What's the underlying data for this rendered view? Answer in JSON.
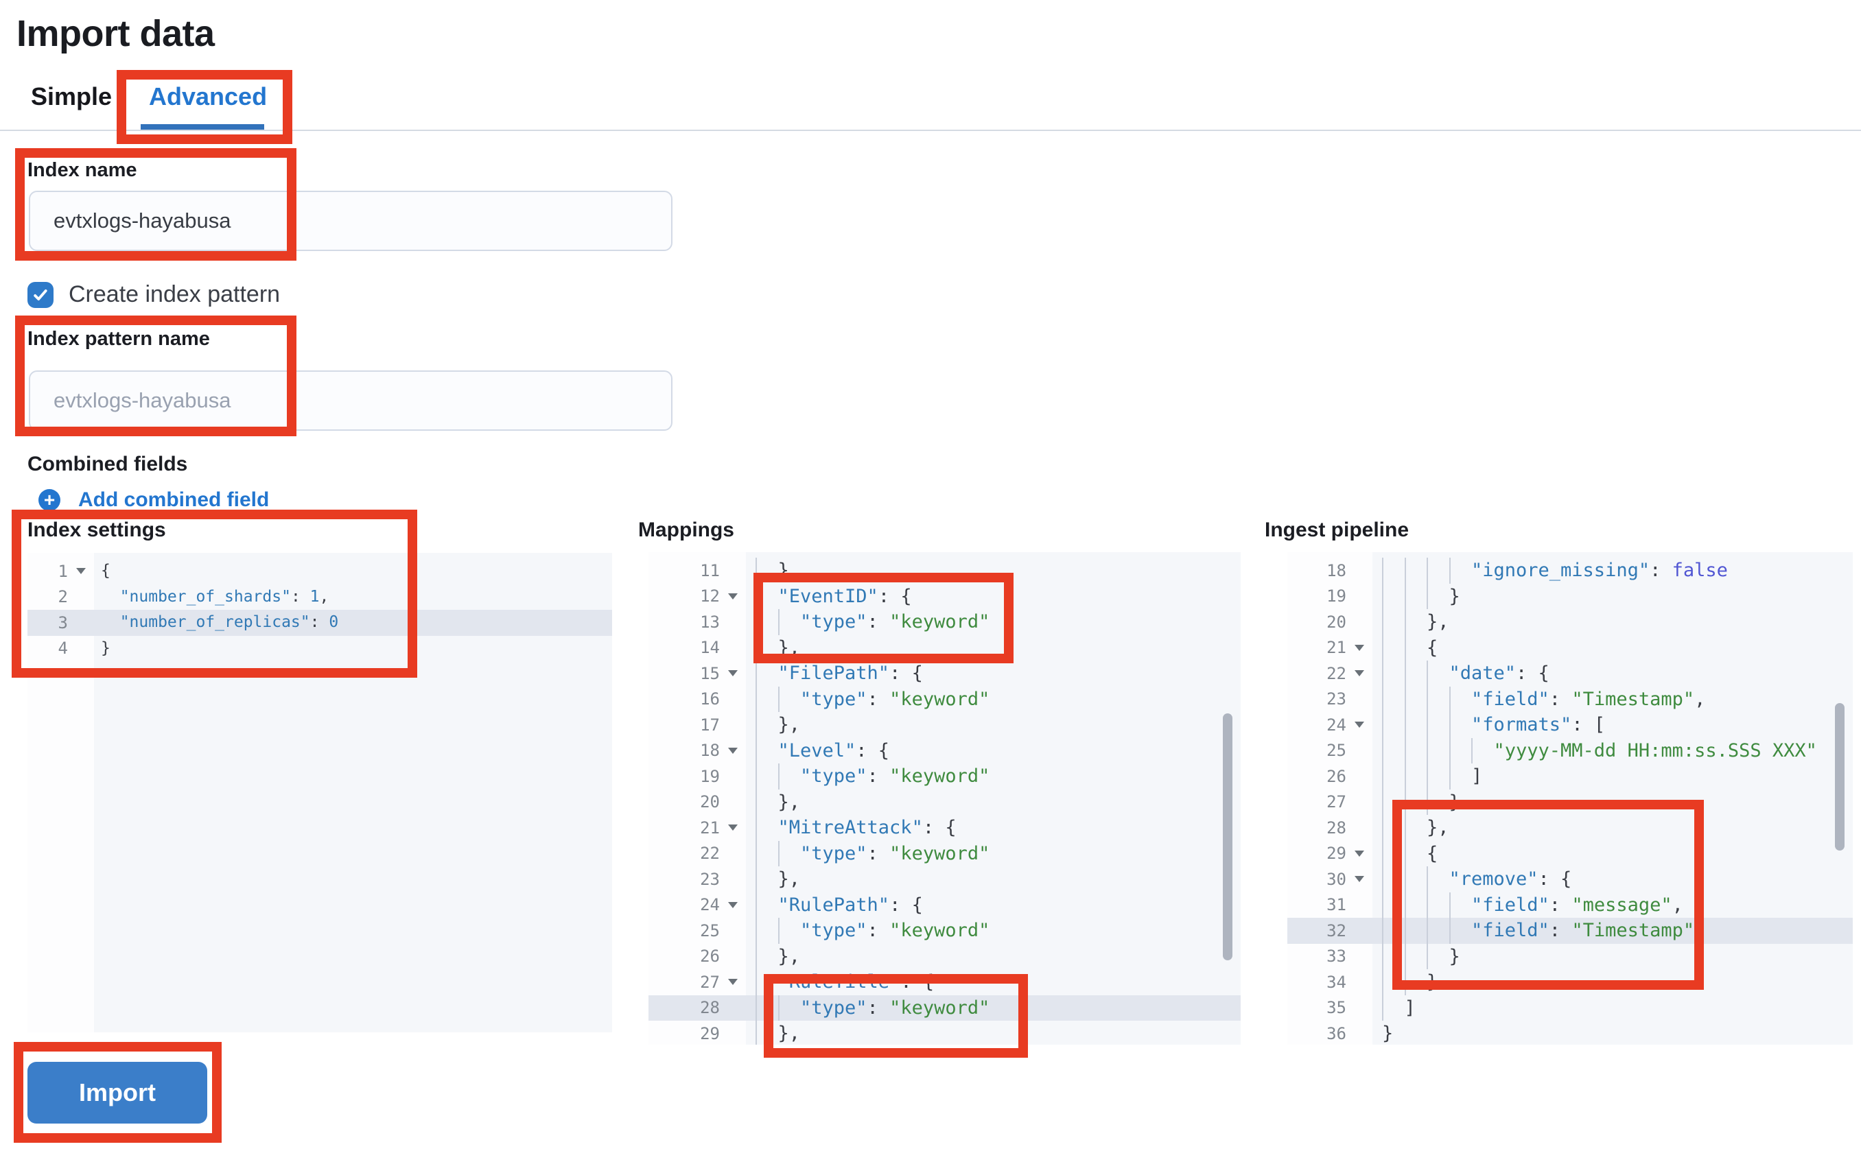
{
  "page": {
    "title": "Import data"
  },
  "tabs": [
    {
      "label": "Simple",
      "active": false
    },
    {
      "label": "Advanced",
      "active": true
    }
  ],
  "form": {
    "index_name": {
      "label": "Index name",
      "value": "evtxlogs-hayabusa"
    },
    "create_index_pattern": {
      "label": "Create index pattern",
      "checked": true
    },
    "index_pattern_name": {
      "label": "Index pattern name",
      "placeholder": "evtxlogs-hayabusa"
    },
    "combined_fields": {
      "label": "Combined fields",
      "add_link": "Add combined field",
      "icon": "plus-circle-icon"
    },
    "import_button": "Import"
  },
  "colors": {
    "accent_blue": "#2376cf",
    "button_blue": "#3b7ec9",
    "tab_underline": "#3272bb",
    "annotation_red": "#e83b22",
    "editor_bg": "#f5f7fa",
    "active_line": "#e2e6ee",
    "json_key": "#3179b5",
    "json_string": "#3f8b3f",
    "json_boolean": "#5156d3"
  },
  "editors": [
    {
      "id": "index-settings",
      "label": "Index settings",
      "guides": false,
      "lines": [
        {
          "n": 1,
          "fold": true,
          "indent": 0,
          "tokens": [
            [
              "p",
              "{"
            ]
          ]
        },
        {
          "n": 2,
          "indent": 2,
          "tokens": [
            [
              "k",
              "\"number_of_shards\""
            ],
            [
              "p",
              ": "
            ],
            [
              "n",
              "1"
            ],
            [
              "p",
              ","
            ]
          ]
        },
        {
          "n": 3,
          "hl": true,
          "indent": 2,
          "tokens": [
            [
              "k",
              "\"number_of_replicas\""
            ],
            [
              "p",
              ": "
            ],
            [
              "n",
              "0"
            ]
          ]
        },
        {
          "n": 4,
          "indent": 0,
          "tokens": [
            [
              "p",
              "}"
            ]
          ]
        }
      ]
    },
    {
      "id": "mappings",
      "label": "Mappings",
      "guides": true,
      "lines": [
        {
          "n": 11,
          "indent": 2,
          "tokens": [
            [
              "p",
              "},"
            ]
          ]
        },
        {
          "n": 12,
          "fold": true,
          "indent": 2,
          "tokens": [
            [
              "k",
              "\"EventID\""
            ],
            [
              "p",
              ": {"
            ]
          ]
        },
        {
          "n": 13,
          "indent": 4,
          "tokens": [
            [
              "k",
              "\"type\""
            ],
            [
              "p",
              ": "
            ],
            [
              "s",
              "\"keyword\""
            ]
          ]
        },
        {
          "n": 14,
          "indent": 2,
          "tokens": [
            [
              "p",
              "},"
            ]
          ]
        },
        {
          "n": 15,
          "fold": true,
          "indent": 2,
          "tokens": [
            [
              "k",
              "\"FilePath\""
            ],
            [
              "p",
              ": {"
            ]
          ]
        },
        {
          "n": 16,
          "indent": 4,
          "tokens": [
            [
              "k",
              "\"type\""
            ],
            [
              "p",
              ": "
            ],
            [
              "s",
              "\"keyword\""
            ]
          ]
        },
        {
          "n": 17,
          "indent": 2,
          "tokens": [
            [
              "p",
              "},"
            ]
          ]
        },
        {
          "n": 18,
          "fold": true,
          "indent": 2,
          "tokens": [
            [
              "k",
              "\"Level\""
            ],
            [
              "p",
              ": {"
            ]
          ]
        },
        {
          "n": 19,
          "indent": 4,
          "tokens": [
            [
              "k",
              "\"type\""
            ],
            [
              "p",
              ": "
            ],
            [
              "s",
              "\"keyword\""
            ]
          ]
        },
        {
          "n": 20,
          "indent": 2,
          "tokens": [
            [
              "p",
              "},"
            ]
          ]
        },
        {
          "n": 21,
          "fold": true,
          "indent": 2,
          "tokens": [
            [
              "k",
              "\"MitreAttack\""
            ],
            [
              "p",
              ": {"
            ]
          ]
        },
        {
          "n": 22,
          "indent": 4,
          "tokens": [
            [
              "k",
              "\"type\""
            ],
            [
              "p",
              ": "
            ],
            [
              "s",
              "\"keyword\""
            ]
          ]
        },
        {
          "n": 23,
          "indent": 2,
          "tokens": [
            [
              "p",
              "},"
            ]
          ]
        },
        {
          "n": 24,
          "fold": true,
          "indent": 2,
          "tokens": [
            [
              "k",
              "\"RulePath\""
            ],
            [
              "p",
              ": {"
            ]
          ]
        },
        {
          "n": 25,
          "indent": 4,
          "tokens": [
            [
              "k",
              "\"type\""
            ],
            [
              "p",
              ": "
            ],
            [
              "s",
              "\"keyword\""
            ]
          ]
        },
        {
          "n": 26,
          "indent": 2,
          "tokens": [
            [
              "p",
              "},"
            ]
          ]
        },
        {
          "n": 27,
          "fold": true,
          "indent": 2,
          "tokens": [
            [
              "k",
              "\"RuleTitle\""
            ],
            [
              "p",
              ": {"
            ]
          ]
        },
        {
          "n": 28,
          "hl": true,
          "indent": 4,
          "tokens": [
            [
              "k",
              "\"type\""
            ],
            [
              "p",
              ": "
            ],
            [
              "s",
              "\"keyword\""
            ]
          ]
        },
        {
          "n": 29,
          "indent": 2,
          "tokens": [
            [
              "p",
              "},"
            ]
          ]
        }
      ]
    },
    {
      "id": "ingest-pipeline",
      "label": "Ingest pipeline",
      "guides": true,
      "lines": [
        {
          "n": 18,
          "indent": 8,
          "tokens": [
            [
              "k",
              "\"ignore_missing\""
            ],
            [
              "p",
              ": "
            ],
            [
              "b",
              "false"
            ]
          ]
        },
        {
          "n": 19,
          "indent": 6,
          "tokens": [
            [
              "p",
              "}"
            ]
          ]
        },
        {
          "n": 20,
          "indent": 4,
          "tokens": [
            [
              "p",
              "},"
            ]
          ]
        },
        {
          "n": 21,
          "fold": true,
          "indent": 4,
          "tokens": [
            [
              "p",
              "{"
            ]
          ]
        },
        {
          "n": 22,
          "fold": true,
          "indent": 6,
          "tokens": [
            [
              "k",
              "\"date\""
            ],
            [
              "p",
              ": {"
            ]
          ]
        },
        {
          "n": 23,
          "indent": 8,
          "tokens": [
            [
              "k",
              "\"field\""
            ],
            [
              "p",
              ": "
            ],
            [
              "s",
              "\"Timestamp\""
            ],
            [
              "p",
              ","
            ]
          ]
        },
        {
          "n": 24,
          "fold": true,
          "indent": 8,
          "tokens": [
            [
              "k",
              "\"formats\""
            ],
            [
              "p",
              ": ["
            ]
          ]
        },
        {
          "n": 25,
          "indent": 10,
          "tokens": [
            [
              "s",
              "\"yyyy-MM-dd HH:mm:ss.SSS XXX\""
            ]
          ]
        },
        {
          "n": 26,
          "indent": 8,
          "tokens": [
            [
              "p",
              "]"
            ]
          ]
        },
        {
          "n": 27,
          "indent": 6,
          "tokens": [
            [
              "p",
              "}"
            ]
          ]
        },
        {
          "n": 28,
          "indent": 4,
          "tokens": [
            [
              "p",
              "},"
            ]
          ]
        },
        {
          "n": 29,
          "fold": true,
          "indent": 4,
          "tokens": [
            [
              "p",
              "{"
            ]
          ]
        },
        {
          "n": 30,
          "fold": true,
          "indent": 6,
          "tokens": [
            [
              "k",
              "\"remove\""
            ],
            [
              "p",
              ": {"
            ]
          ]
        },
        {
          "n": 31,
          "indent": 8,
          "tokens": [
            [
              "k",
              "\"field\""
            ],
            [
              "p",
              ": "
            ],
            [
              "s",
              "\"message\""
            ],
            [
              "p",
              ","
            ]
          ]
        },
        {
          "n": 32,
          "hl": true,
          "indent": 8,
          "tokens": [
            [
              "k",
              "\"field\""
            ],
            [
              "p",
              ": "
            ],
            [
              "s",
              "\"Timestamp\""
            ]
          ]
        },
        {
          "n": 33,
          "indent": 6,
          "tokens": [
            [
              "p",
              "}"
            ]
          ]
        },
        {
          "n": 34,
          "indent": 4,
          "tokens": [
            [
              "p",
              "}"
            ]
          ]
        },
        {
          "n": 35,
          "indent": 2,
          "tokens": [
            [
              "p",
              "]"
            ]
          ]
        },
        {
          "n": 36,
          "indent": 0,
          "tokens": [
            [
              "p",
              "}"
            ]
          ]
        }
      ]
    }
  ]
}
